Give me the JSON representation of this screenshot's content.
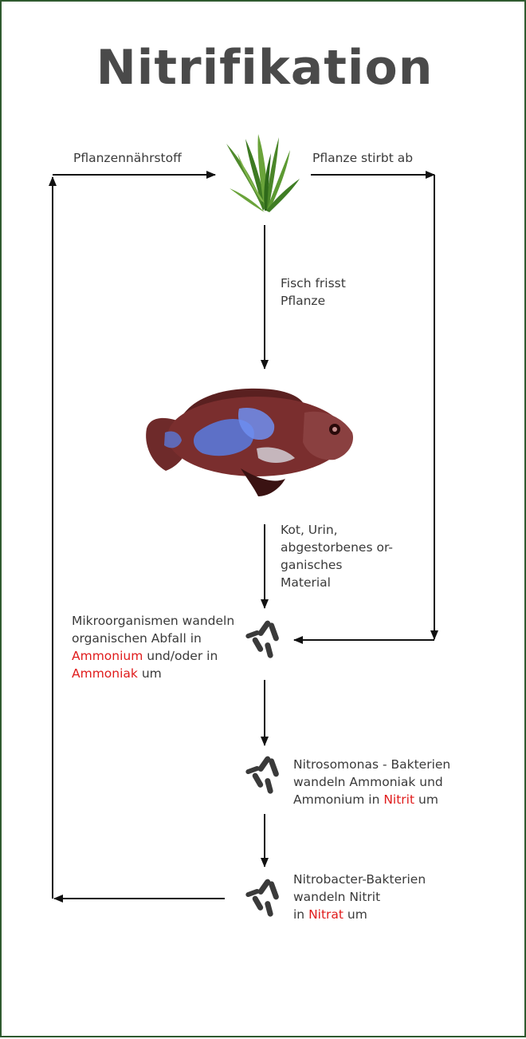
{
  "title": "Nitrifikation",
  "colors": {
    "border": "#2f5a2f",
    "title": "#4a4a4a",
    "text": "#3a3a3a",
    "highlight": "#e01b1b",
    "arrow": "#111111"
  },
  "icons": {
    "plant": "plant-icon",
    "fish": "fish-icon",
    "bacteria": "bacteria-icon"
  },
  "labels": {
    "plant_nutrient": "Pflanzennährstoff",
    "plant_dies": "Pflanze stirbt ab",
    "fish_eats_line1": "Fisch frisst",
    "fish_eats_line2": "Pflanze",
    "waste_line1": "Kot, Urin,",
    "waste_line2": "abgestorbenes or-",
    "waste_line3": "ganisches",
    "waste_line4": "Material"
  },
  "steps": [
    {
      "line1": "Mikroorganismen wandeln",
      "line2": "organischen Abfall in",
      "hl1": "Ammonium",
      "line3_rest": " und/oder in",
      "hl2": "Ammoniak",
      "line4_rest": " um"
    },
    {
      "line1": "Nitrosomonas - Bakterien",
      "line2": "wandeln Ammoniak und",
      "line3_pre": "Ammonium in ",
      "hl": "Nitrit",
      "line3_post": " um"
    },
    {
      "line1": "Nitrobacter-Bakterien",
      "line2": "wandeln Nitrit",
      "line3_pre": "in ",
      "hl": "Nitrat",
      "line3_post": " um"
    }
  ]
}
